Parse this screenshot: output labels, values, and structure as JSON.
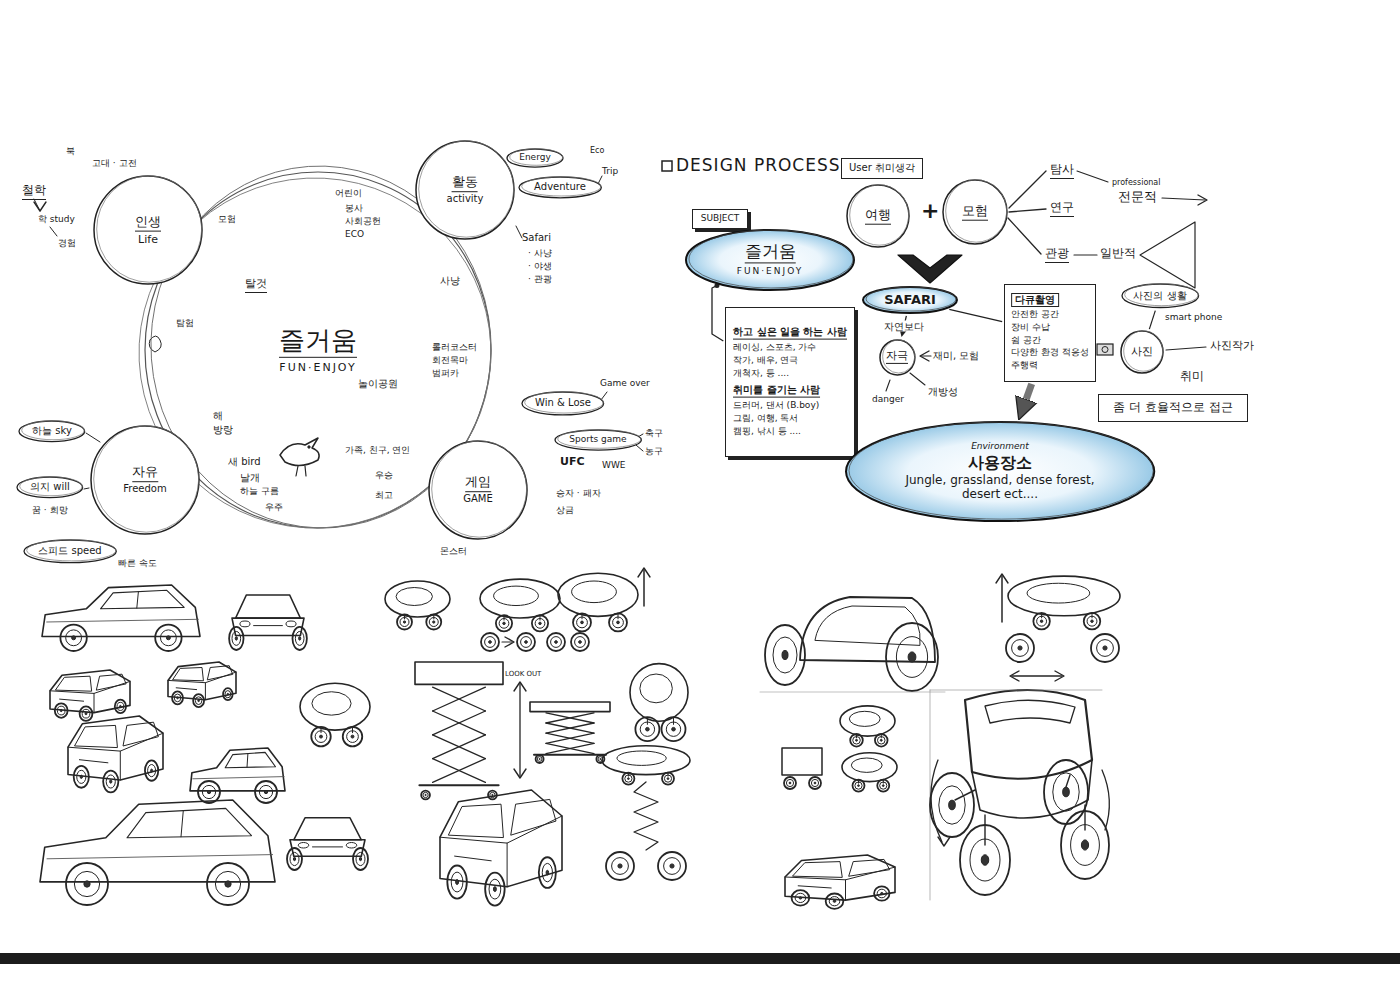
{
  "diagram": {
    "title": "DESIGN PROCESS",
    "nodes": [
      {
        "text": [
          "즐거움",
          "FUN·ENJOY"
        ]
      },
      {
        "text": [
          "인생",
          "Life"
        ]
      },
      {
        "text": [
          "활동",
          "activity"
        ]
      },
      {
        "text": [
          "자유",
          "Freedom"
        ]
      },
      {
        "text": [
          "게임",
          "GAME"
        ]
      },
      {
        "text": [
          "하늘 sky"
        ]
      },
      {
        "text": [
          "의지 will"
        ]
      },
      {
        "text": [
          "스피드 speed"
        ]
      },
      {
        "text": [
          "Energy"
        ]
      },
      {
        "text": [
          "Adventure"
        ]
      },
      {
        "text": [
          "Win & Lose"
        ]
      },
      {
        "text": [
          "Sports game"
        ]
      },
      {
        "text": [
          "User 취미생각"
        ]
      },
      {
        "text": [
          "여행"
        ]
      },
      {
        "text": [
          "모험"
        ]
      },
      {
        "text": [
          "SUBJECT"
        ]
      },
      {
        "text": [
          "즐거움",
          "FUN·ENJOY"
        ]
      },
      {
        "text": [
          "하고 싶은 일을 하는 사람",
          "레이싱, 스포츠, 가수",
          "작가, 배우, 연극",
          "개척자, 등 ....",
          "취미를 즐기는 사람",
          "드러머, 댄서 (B.boy)",
          "그림, 여행, 독서",
          "캠핑, 낚시 등 ...."
        ]
      },
      {
        "text": [
          "SAFARI"
        ]
      },
      {
        "text": [
          "자극"
        ]
      },
      {
        "text": [
          "다큐촬영",
          "안전한 공간",
          "장비 수납",
          "쉼 공간",
          "다양한 환경 적응성",
          "주행력"
        ]
      },
      {
        "text": [
          "사진의 생활"
        ]
      },
      {
        "text": [
          "사진"
        ]
      },
      {
        "text": [
          "좀 더 효율적으로 접근"
        ]
      },
      {
        "text": [
          "Environment",
          "사용장소",
          "Jungle, grassland, dense forest, desert ect...."
        ]
      }
    ],
    "edges": [
      {
        "from": 16,
        "to": 17,
        "arrow": "none"
      },
      {
        "from": 18,
        "to": 19,
        "label": "자연보다",
        "arrow": "to"
      },
      {
        "from": 20,
        "to": 18,
        "arrow": "none"
      },
      {
        "from": 20,
        "to": 24,
        "arrow": "to"
      },
      {
        "from": 22,
        "to": 21,
        "arrow": "none"
      }
    ],
    "labels": [
      "북",
      "고대 · 고전",
      "철학",
      "학 study",
      "경험",
      "모험",
      "탈것",
      "탐험",
      "어린이",
      "봉사",
      "사회공헌",
      "ECO",
      "사냥",
      "놀이공원",
      "롤러코스터",
      "회전목마",
      "범퍼카",
      "해",
      "방랑",
      "새 bird",
      "날개",
      "하늘 구름",
      "우주",
      "가족, 친구, 연인",
      "우승",
      "최고",
      "몬스터",
      "꿈 · 희망",
      "빠른 속도",
      "Eco",
      "Trip",
      "Safari",
      "· 사냥",
      "· 야생",
      "· 관광",
      "Game over",
      "축구",
      "농구",
      "UFC",
      "WWE",
      "승자 · 패자",
      "상금",
      "+",
      "탐사",
      "연구",
      "관광",
      "professional",
      "전문적",
      "일반적",
      "재미, 모험",
      "danger",
      "개방성",
      "smart phone",
      "사진작가",
      "취미",
      "LOOK OUT"
    ]
  }
}
